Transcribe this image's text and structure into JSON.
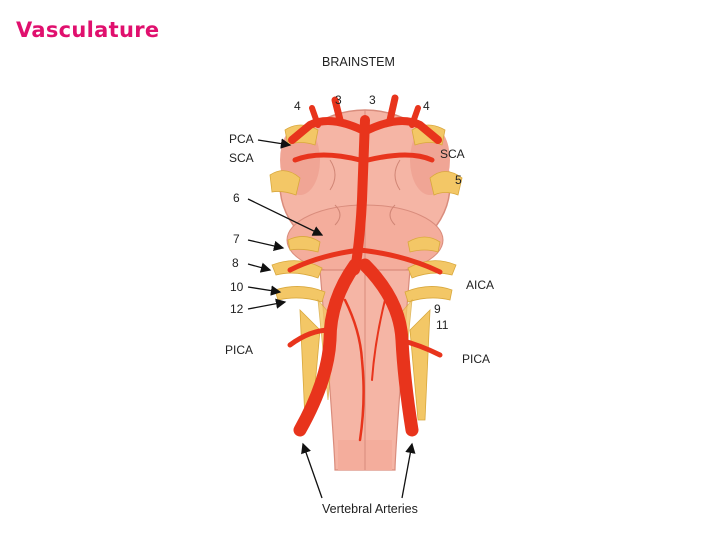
{
  "slide": {
    "title": "Vasculature"
  },
  "figure": {
    "heading": "BRAINSTEM",
    "labels_top": [
      "4",
      "3",
      "3",
      "4"
    ],
    "labels_left": [
      "PCA",
      "SCA",
      "6",
      "7",
      "8",
      "10",
      "12",
      "PICA"
    ],
    "labels_right": [
      "SCA",
      "5",
      "AICA",
      "9",
      "11",
      "PICA"
    ],
    "caption": "Vertebral Arteries"
  },
  "colors": {
    "title": "#e0106e",
    "artery": "#e8341c",
    "brainstem": "#f5b5a5",
    "nerve": "#f3c766"
  }
}
